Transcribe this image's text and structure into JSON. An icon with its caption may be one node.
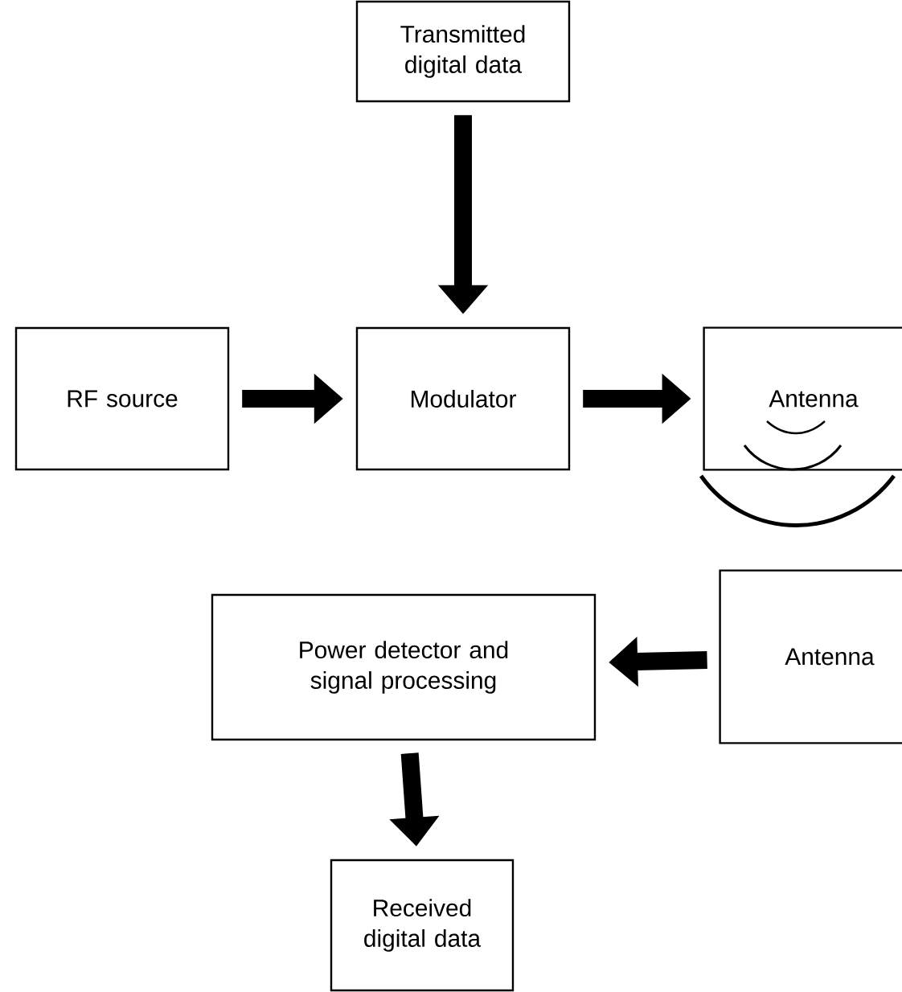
{
  "diagram": {
    "nodes": [
      {
        "text": [
          "Transmitted digital data"
        ]
      },
      {
        "text": [
          "RF source"
        ]
      },
      {
        "text": [
          "Modulator"
        ]
      },
      {
        "text": [
          "Antenna"
        ]
      },
      {
        "text": [
          "Power detector and signal processing"
        ]
      },
      {
        "text": [
          "Antenna"
        ]
      },
      {
        "text": [
          "Received digital data"
        ]
      }
    ],
    "edges": [
      {
        "from": 0,
        "to": 2,
        "arrow": "to"
      },
      {
        "from": 1,
        "to": 2,
        "arrow": "to"
      },
      {
        "from": 2,
        "to": 3,
        "arrow": "to"
      },
      {
        "from": 5,
        "to": 4,
        "arrow": "to"
      },
      {
        "from": 4,
        "to": 6,
        "arrow": "to"
      }
    ]
  }
}
